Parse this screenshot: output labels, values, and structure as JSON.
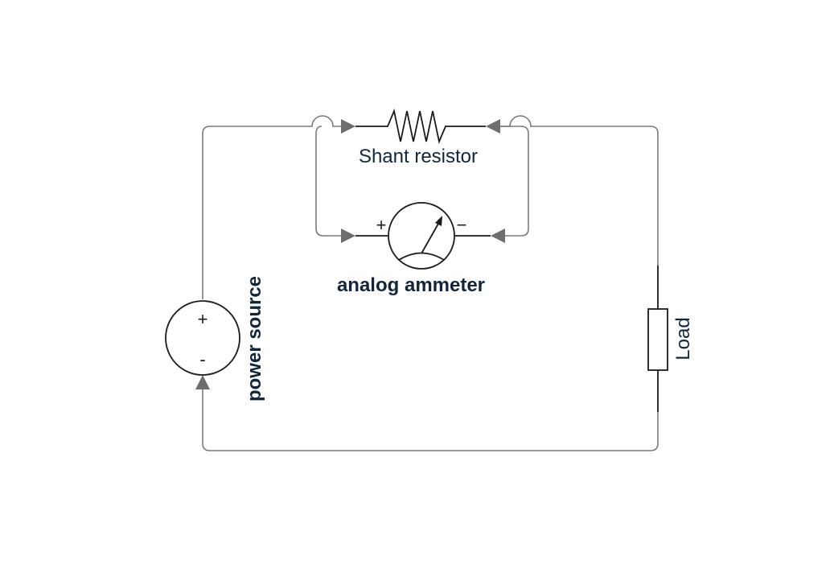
{
  "diagram": {
    "components": {
      "shunt_resistor": {
        "label": "Shant resistor"
      },
      "ammeter": {
        "label": "analog ammeter",
        "plus": "+",
        "minus": "−"
      },
      "power_source": {
        "label": "power source",
        "plus": "+",
        "minus": "-"
      },
      "load": {
        "label": "Load"
      }
    }
  }
}
